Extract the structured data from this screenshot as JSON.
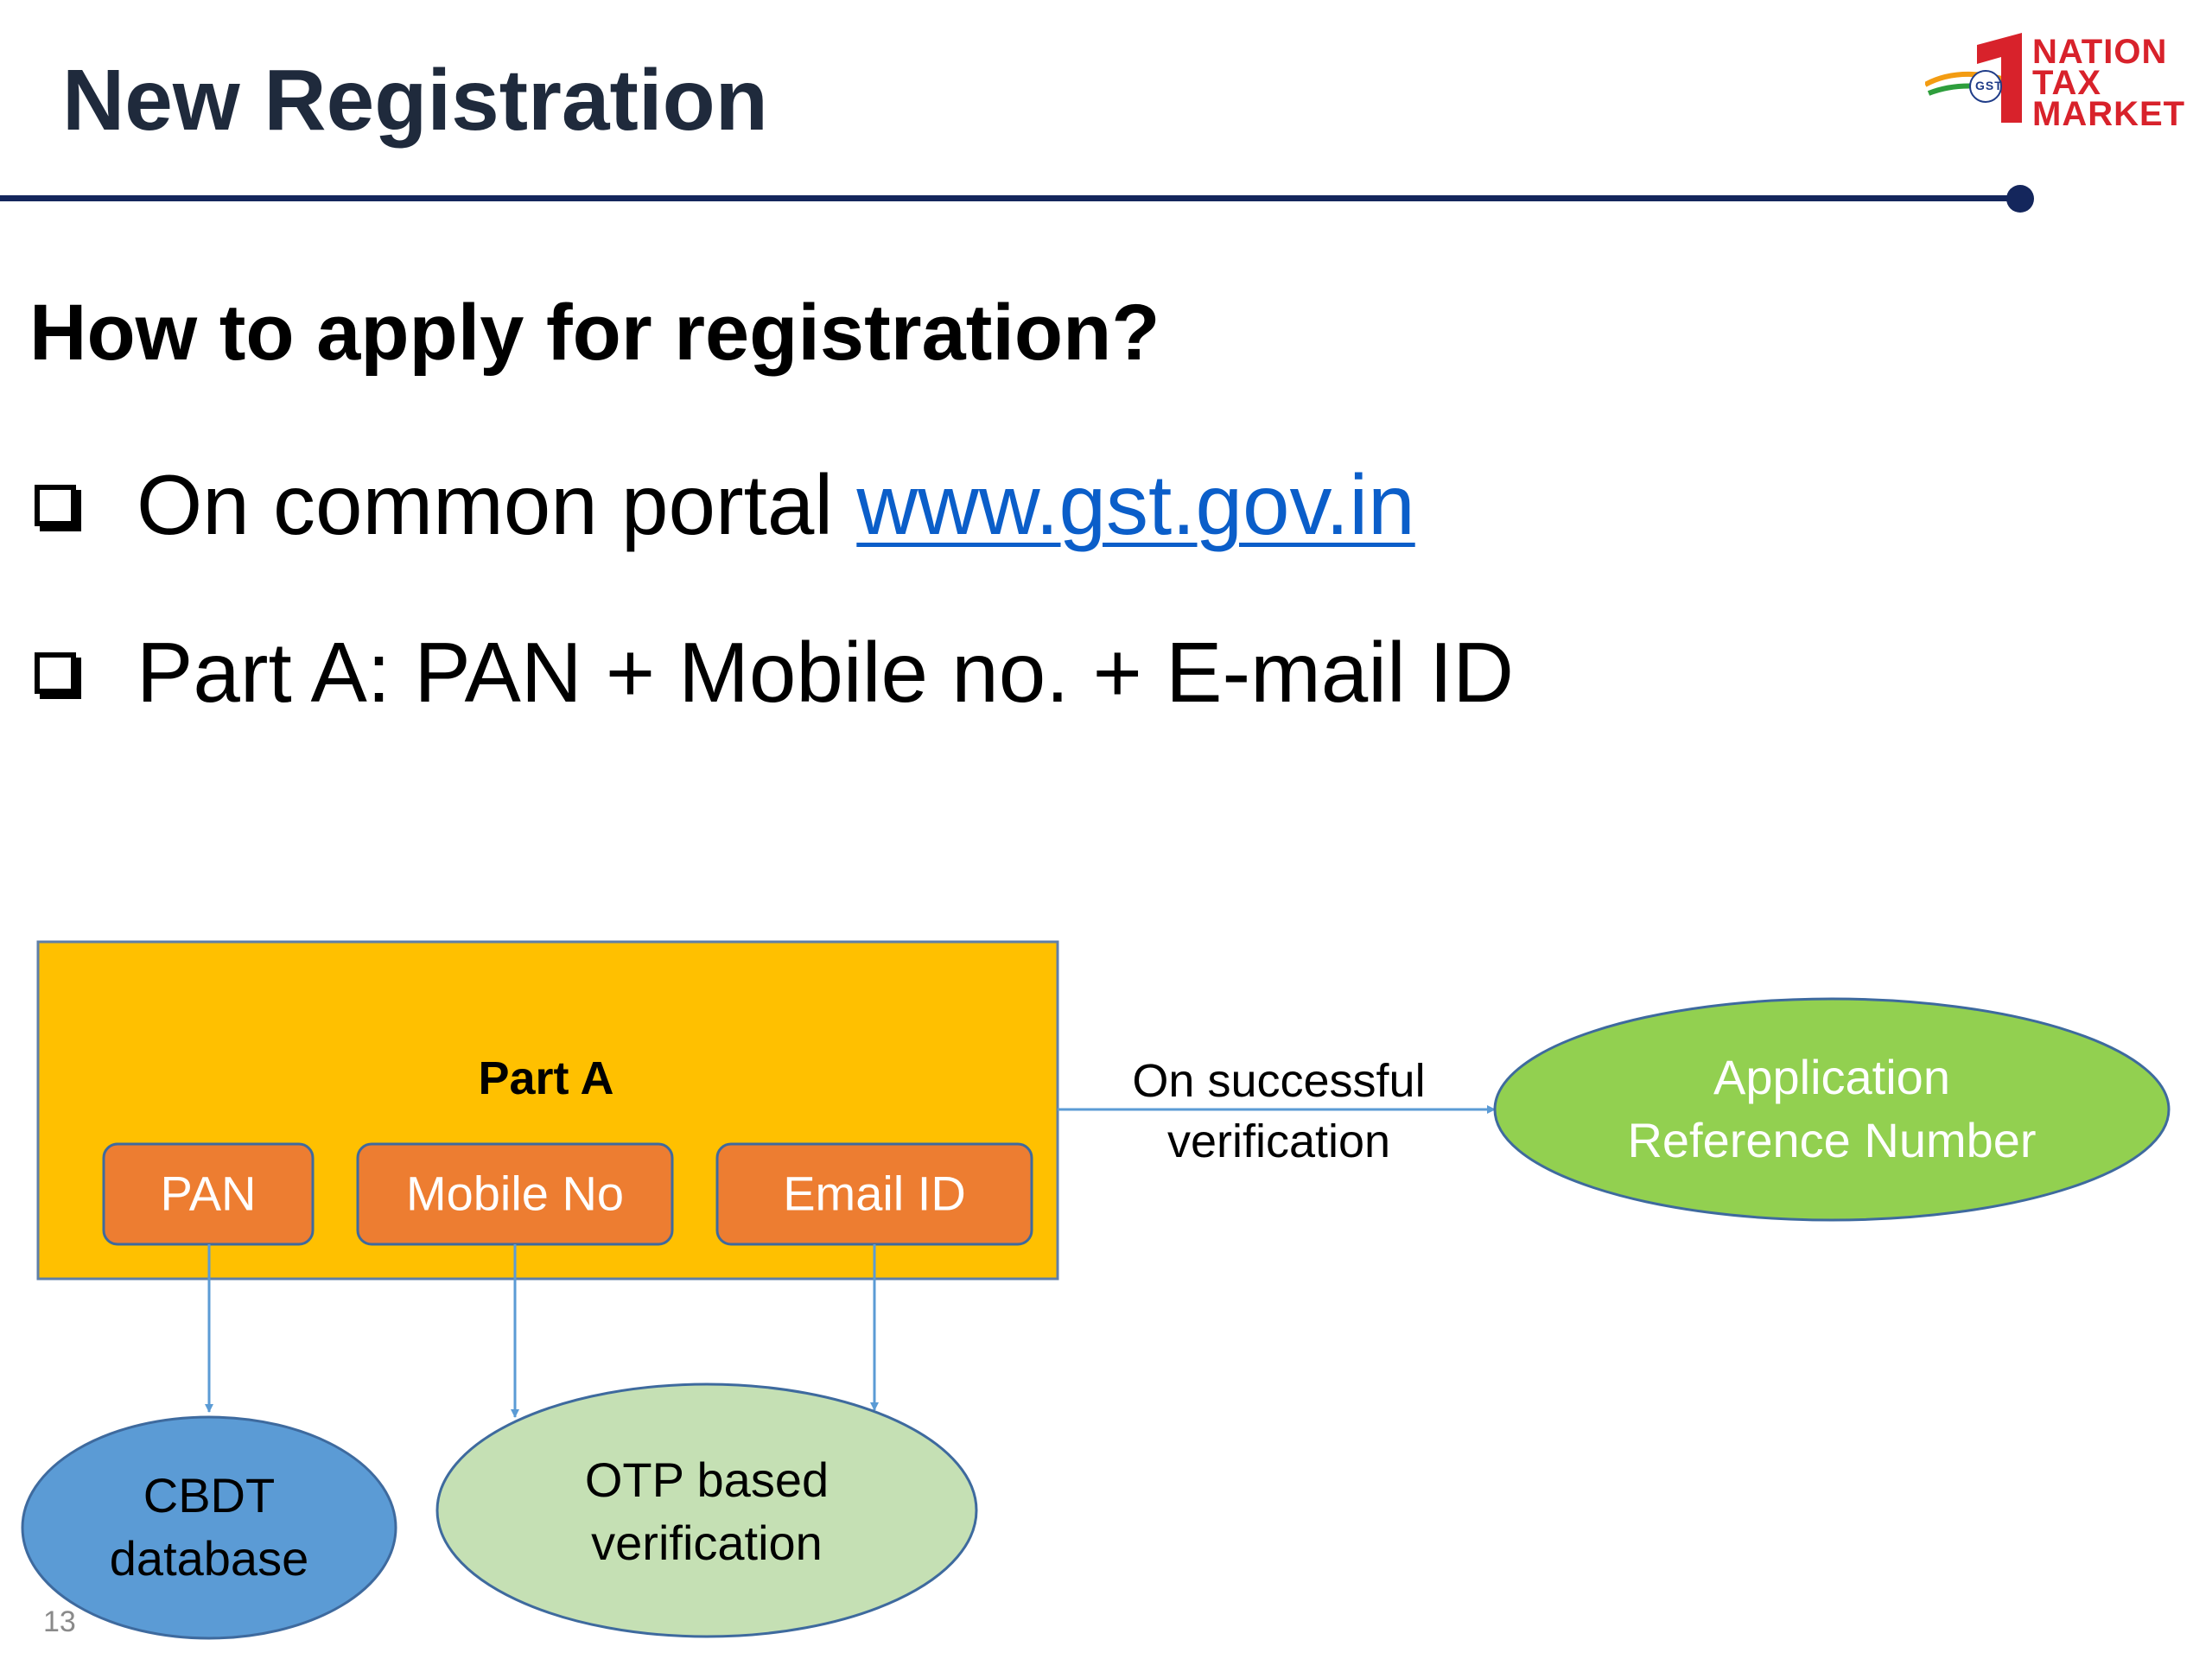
{
  "slide": {
    "title": "New Registration",
    "subheading": "How to apply for registration?",
    "bullets": {
      "b1_text": "On common portal ",
      "b1_link": "www.gst.gov.in",
      "b2_text": "Part A: PAN + Mobile no. + E-mail ID"
    },
    "page_number": "13"
  },
  "logo": {
    "word1": "NATION",
    "word2": "TAX",
    "word3": "MARKET",
    "badge": "GST"
  },
  "diagram": {
    "part_a_label": "Part A",
    "fields": [
      "PAN",
      "Mobile No",
      "Email ID"
    ],
    "arrow_label_line1": "On successful",
    "arrow_label_line2": "verification",
    "result_line1": "Application",
    "result_line2": "Reference Number",
    "cbdt_line1": "CBDT",
    "cbdt_line2": "database",
    "otp_line1": "OTP based",
    "otp_line2": "verification"
  },
  "colors": {
    "title": "#1f2a3c",
    "rule": "#14265c",
    "part_a_fill": "#ffc000",
    "field_fill": "#ed7d31",
    "result_fill": "#92d050",
    "cbdt_fill": "#5b9bd5",
    "otp_fill": "#c5e0b4",
    "connector": "#5b9bd5",
    "link": "#0b5ec9",
    "logo_red": "#d8222b"
  }
}
